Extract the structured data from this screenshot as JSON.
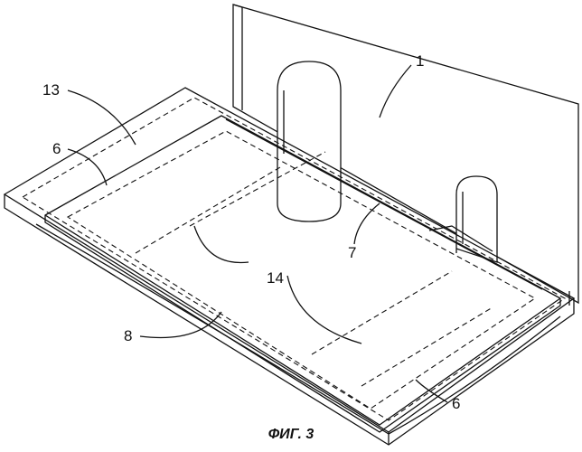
{
  "figure": {
    "caption": "ФИГ. 3",
    "labels": {
      "wall": "1",
      "outer_frame": "13",
      "plate_left": "6",
      "slot_edge": "7",
      "zones": "14",
      "bottom_layer": "8",
      "plate_right": "6"
    }
  }
}
